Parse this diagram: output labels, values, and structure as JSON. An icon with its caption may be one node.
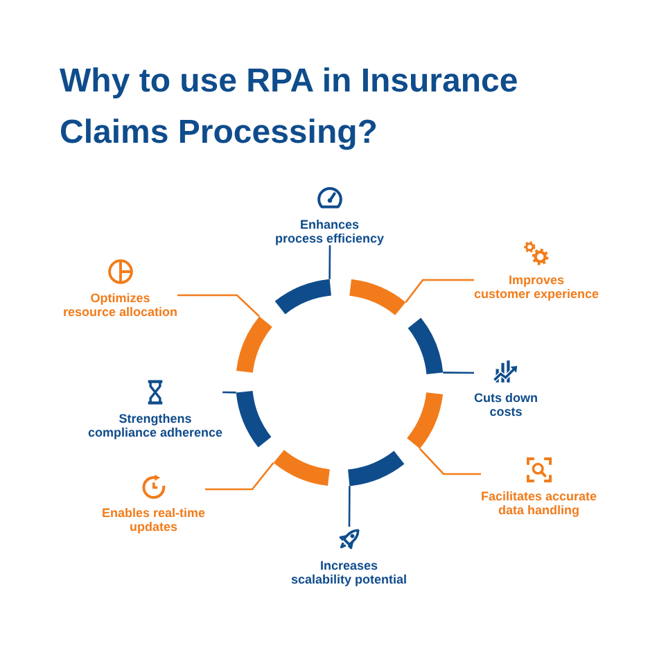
{
  "diagram": {
    "title": "Why to use RPA in Insurance Claims Processing?",
    "nodes": [
      {
        "text": [
          "Enhances process efficiency"
        ]
      },
      {
        "text": [
          "Improves customer experience"
        ]
      },
      {
        "text": [
          "Optimizes resource allocation"
        ]
      },
      {
        "text": [
          "Cuts down costs"
        ]
      },
      {
        "text": [
          "Strengthens compliance adherence"
        ]
      },
      {
        "text": [
          "Facilitates accurate data handling"
        ]
      },
      {
        "text": [
          "Enables real-time updates"
        ]
      },
      {
        "text": [
          "Increases scalability potential"
        ]
      },
      {
        "text": [],
        "shape": "arc"
      },
      {
        "text": [],
        "shape": "arc"
      },
      {
        "text": [],
        "shape": "arc"
      },
      {
        "text": [],
        "shape": "arc"
      },
      {
        "text": [],
        "shape": "arc"
      },
      {
        "text": [],
        "shape": "arc"
      },
      {
        "text": [],
        "shape": "arc"
      },
      {
        "text": [],
        "shape": "arc"
      }
    ],
    "edges": [
      {
        "from": 0,
        "to": 8,
        "arrow": "none"
      },
      {
        "from": 1,
        "to": 9,
        "arrow": "none",
        "color": "#f27c1b"
      },
      {
        "from": 2,
        "to": 10,
        "arrow": "none",
        "color": "#f27c1b"
      },
      {
        "from": 3,
        "to": 11,
        "arrow": "none"
      },
      {
        "from": 4,
        "to": 12,
        "arrow": "none"
      },
      {
        "from": 5,
        "to": 13,
        "arrow": "none",
        "color": "#f27c1b"
      },
      {
        "from": 6,
        "to": 14,
        "arrow": "none",
        "color": "#f27c1b"
      },
      {
        "from": 7,
        "to": 15,
        "arrow": "none"
      }
    ]
  }
}
